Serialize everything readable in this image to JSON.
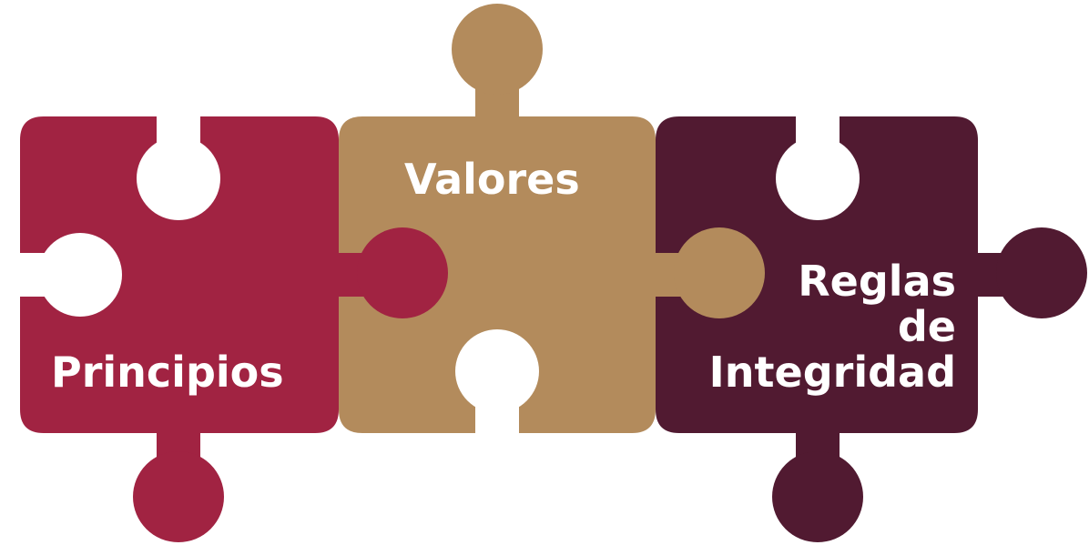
{
  "pieces": [
    {
      "label": "Principios",
      "color": "#a12342"
    },
    {
      "label": "Valores",
      "color": "#b38b5c"
    },
    {
      "label_lines": [
        "Reglas",
        "de",
        "Integridad"
      ],
      "color": "#511a31"
    }
  ],
  "background": "#ffffff"
}
